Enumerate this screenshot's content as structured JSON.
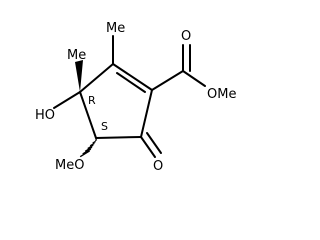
{
  "labels": {
    "ho": "HO",
    "meo": "MeO",
    "carbonyl_o": "O",
    "ester_o_double": "O",
    "ester_ome": "OMe",
    "methyl_top": "Me",
    "methyl_left": "Me"
  },
  "stereo": {
    "c4": "R",
    "c5": "S"
  },
  "colors": {
    "ink": "#000000",
    "background": "#ffffff"
  }
}
